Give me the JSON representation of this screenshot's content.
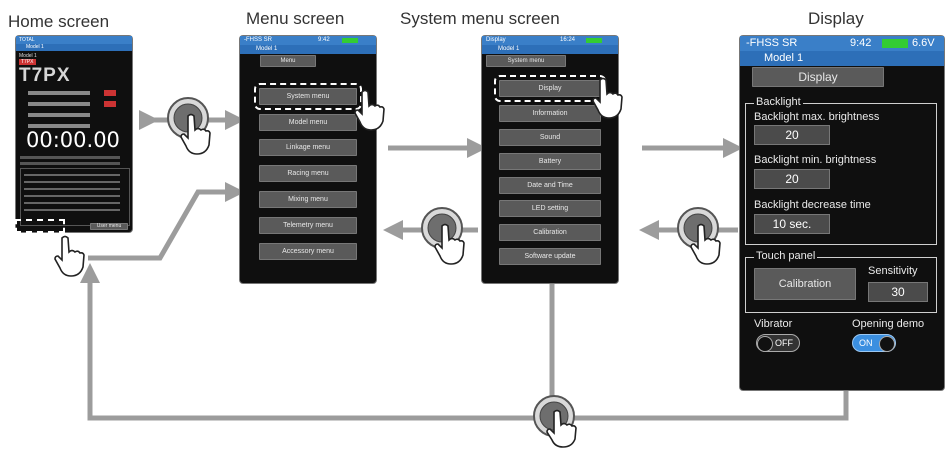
{
  "captions": {
    "home": "Home screen",
    "menu": "Menu screen",
    "system": "System menu screen",
    "display": "Display"
  },
  "home_screen": {
    "status_left": "TOTAL",
    "title": "Model 1",
    "model_name": "Model 1",
    "brand_tag": "T7PX",
    "logo": "T7PX",
    "timer": "00:00.00",
    "bottom_button": "User menu"
  },
  "menu_screen": {
    "status_left": "-FHSS SR",
    "status_time": "9:42",
    "title": "Model 1",
    "header_button": "Menu",
    "items": [
      "System menu",
      "Model menu",
      "Linkage menu",
      "Racing menu",
      "Mixing menu",
      "Telemetry menu",
      "Accessory menu"
    ]
  },
  "system_screen": {
    "status_left": "Display",
    "status_time": "16:24",
    "title": "Model 1",
    "header_button": "System menu",
    "items": [
      "Display",
      "Information",
      "Sound",
      "Battery",
      "Date and Time",
      "LED setting",
      "Calibration",
      "Software update"
    ]
  },
  "display_screen": {
    "status_left": "-FHSS SR",
    "status_time": "9:42",
    "status_voltage": "6.6V",
    "title": "Model 1",
    "header_button": "Display",
    "backlight_group": "Backlight",
    "max_label": "Backlight max. brightness",
    "max_value": "20",
    "min_label": "Backlight min. brightness",
    "min_value": "20",
    "decrease_label": "Backlight decrease time",
    "decrease_value": "10 sec.",
    "touch_group": "Touch panel",
    "calibration_button": "Calibration",
    "sensitivity_label": "Sensitivity",
    "sensitivity_value": "30",
    "vibrator_label": "Vibrator",
    "vibrator_state": "OFF",
    "opening_label": "Opening demo",
    "opening_state": "ON"
  },
  "colors": {
    "status_bar": "#3a7fc8",
    "title_bar": "#2d6fb8",
    "arrow": "#9c9c9c",
    "button": "#5a5a5a"
  }
}
